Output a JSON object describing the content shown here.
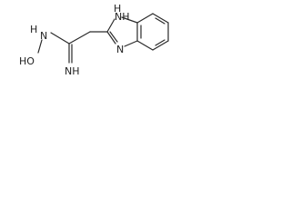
{
  "molecule": {
    "atom_labels": {
      "nh_ring": "NH",
      "h_nh_ring": "H",
      "n_ring": "N",
      "n_hydroxy": "N",
      "h_hydroxy_n": "H",
      "hydroxy_o": "HO",
      "imine_nh": "NH"
    },
    "colors": {
      "bond": "#2a2a2a",
      "label": "#1f1f1f"
    }
  }
}
